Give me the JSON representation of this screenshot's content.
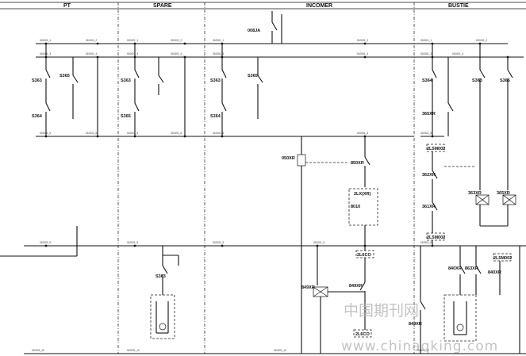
{
  "sections": [
    {
      "key": "pt",
      "label": "PT"
    },
    {
      "key": "spare",
      "label": "SPARE"
    },
    {
      "key": "incomer",
      "label": "INCOMER"
    },
    {
      "key": "bustie",
      "label": "BUSTIE"
    }
  ],
  "labels": {
    "pt_s363": "S363",
    "pt_s365": "S365",
    "pt_s364": "S364",
    "spare_s363": "S363",
    "spare_s365": "S365",
    "spare_s363_low": "S363",
    "inc_008ja": "008JA",
    "inc_s365": "S365",
    "inc_s363": "S363",
    "inc_s364": "S364",
    "inc_050xr": "050XR",
    "inc_850xr": "850XR",
    "inc_2lx": "2LX(XR)",
    "inc_8010": "8010",
    "inc_2l6co1": "2L6CO",
    "inc_2l6co2": "2L6CO",
    "inc_849xr_l": "849XR",
    "inc_849xr_r": "849XR",
    "bt_s364": "S364",
    "bt_s363": "S363",
    "bt_s365": "S365",
    "bt_365xr": "365XR",
    "bt_2l5m": "2L5M002",
    "bt_362xr": "362XR",
    "bt_361xr": "361XR",
    "bt_2l5m2": "2L5M002",
    "bt_363xr": "363XR",
    "bt_365xr2": "365XR",
    "bt_840xr": "840XR",
    "bt_863xr": "863XR",
    "bt_2l5m3": "2L5M002",
    "bt_840xr2": "840XR",
    "bt_849xr": "849XR"
  },
  "terminals": {
    "t1": "010001_1",
    "t2": "010001_2",
    "t3": "010001_3",
    "t4": "010001_4",
    "t5": "010001_5",
    "t6": "010001_6",
    "t9": "010001_9",
    "t10": "010001_10"
  },
  "watermark": {
    "cn": "中国期刊网",
    "url": "www.chinaqking.com"
  }
}
